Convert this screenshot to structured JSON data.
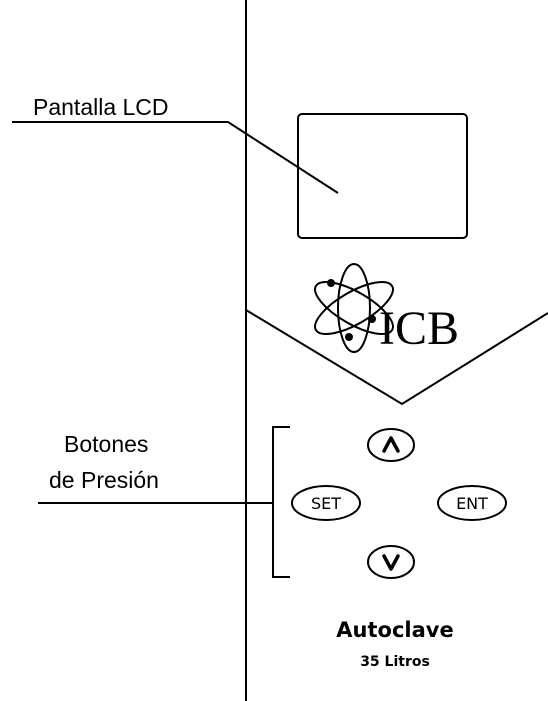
{
  "callouts": {
    "lcd_label": "Pantalla LCD",
    "buttons_label_line1": "Botones",
    "buttons_label_line2": "de Presión"
  },
  "panel": {
    "brand": "ICB",
    "buttons": {
      "up_icon": "chevron-up",
      "down_icon": "chevron-down",
      "set_label": "SET",
      "ent_label": "ENT"
    },
    "model_name": "Autoclave",
    "model_capacity": "35 Litros"
  }
}
